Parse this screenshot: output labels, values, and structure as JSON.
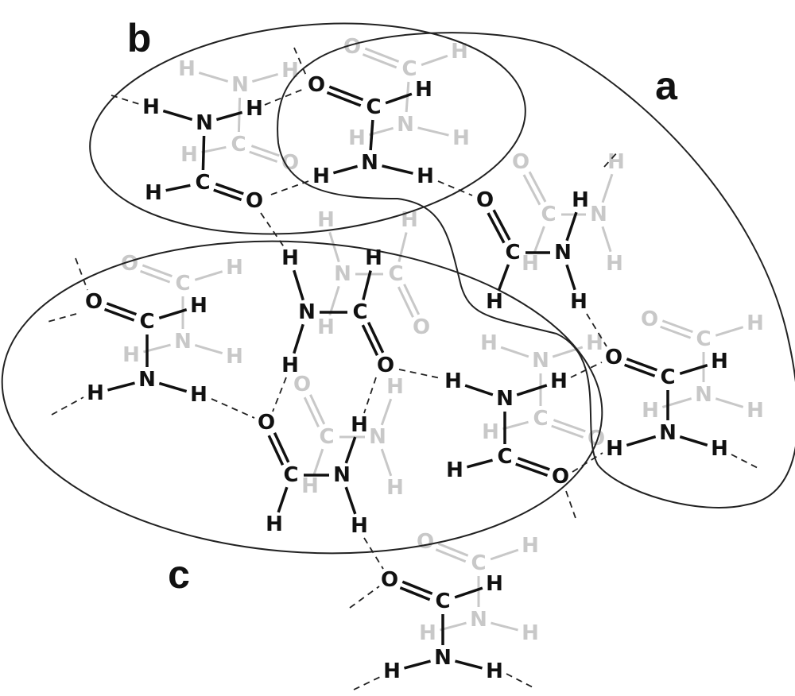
{
  "title": "Formamide hydrogen-bonded network",
  "region_labels": {
    "a": "a",
    "b": "b",
    "c": "c"
  },
  "colors": {
    "foreground": "#111111",
    "background_layer": "#c8c8c8",
    "outline": "#222222"
  },
  "molecules": [
    {
      "id": "m1",
      "atoms": [
        "O",
        "C",
        "H",
        "N",
        "H",
        "H"
      ]
    },
    {
      "id": "m2",
      "atoms": [
        "O",
        "C",
        "H",
        "N",
        "H",
        "H"
      ]
    },
    {
      "id": "m3",
      "atoms": [
        "O",
        "C",
        "H",
        "N",
        "H",
        "H"
      ]
    },
    {
      "id": "m4",
      "atoms": [
        "O",
        "C",
        "H",
        "N",
        "H",
        "H"
      ]
    },
    {
      "id": "m5",
      "atoms": [
        "O",
        "C",
        "H",
        "N",
        "H",
        "H"
      ]
    },
    {
      "id": "m6",
      "atoms": [
        "O",
        "C",
        "H",
        "N",
        "H",
        "H"
      ]
    },
    {
      "id": "m7",
      "atoms": [
        "O",
        "C",
        "H",
        "N",
        "H",
        "H"
      ]
    },
    {
      "id": "m8",
      "atoms": [
        "O",
        "C",
        "H",
        "N",
        "H",
        "H"
      ]
    },
    {
      "id": "m9",
      "atoms": [
        "O",
        "C",
        "H",
        "N",
        "H",
        "H"
      ]
    }
  ]
}
